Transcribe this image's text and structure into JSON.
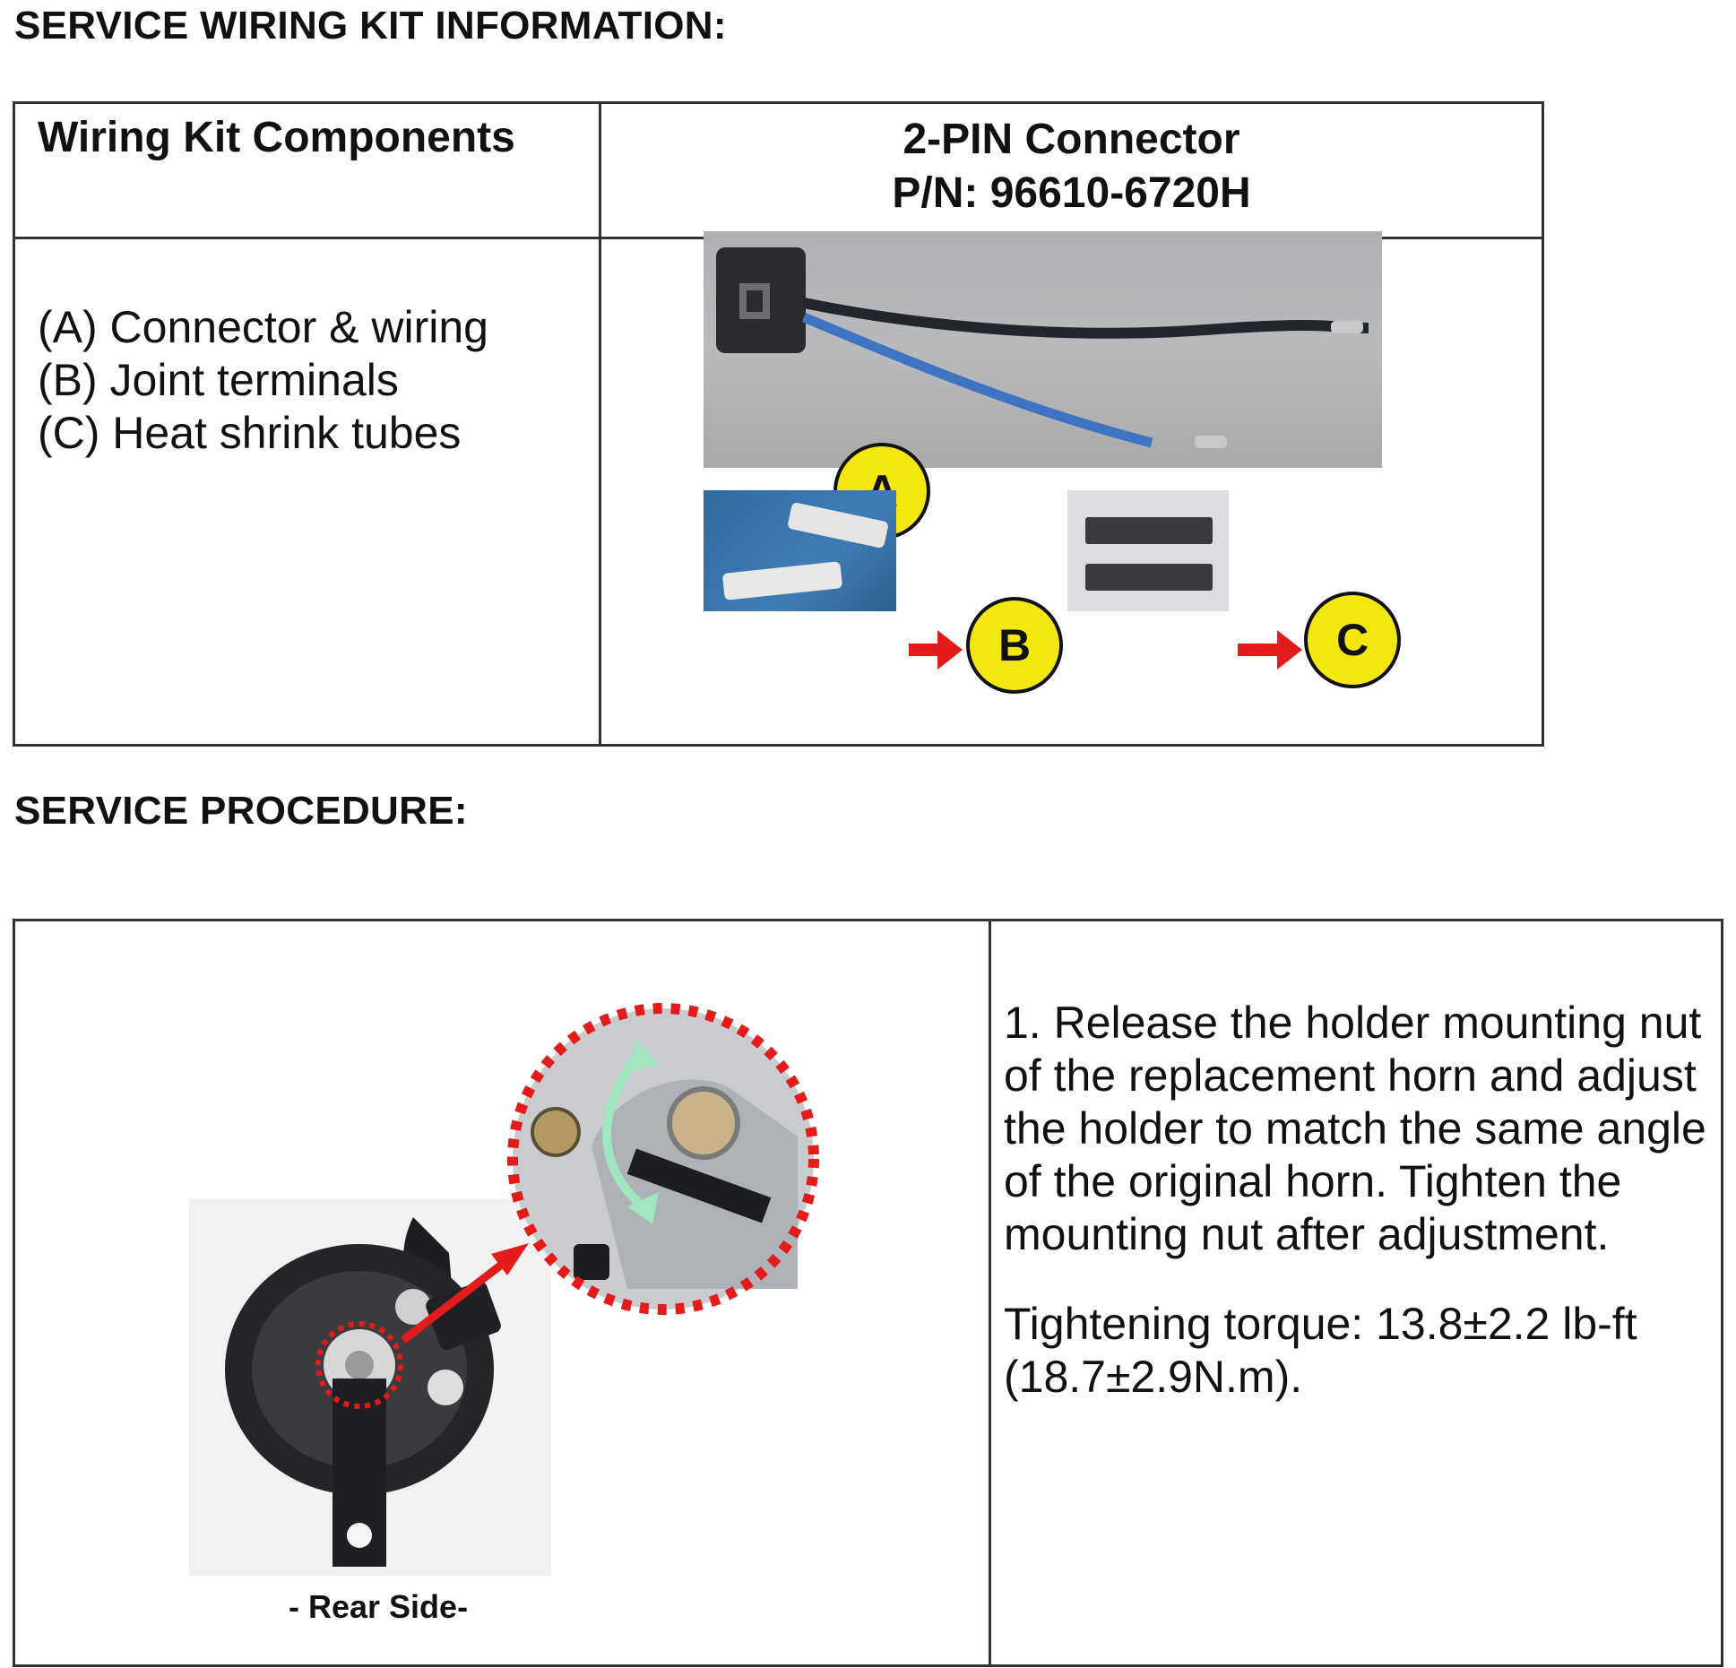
{
  "headings": {
    "kit": "SERVICE WIRING KIT INFORMATION:",
    "procedure": "SERVICE PROCEDURE:"
  },
  "kit_table": {
    "left_header": "Wiring Kit Components",
    "right_header_line1": "2-PIN Connector",
    "right_header_line2": "P/N: 96610-6720H",
    "components": [
      "(A) Connector & wiring",
      "(B) Joint terminals",
      "(C) Heat shrink tubes"
    ],
    "labels": {
      "a": "A",
      "b": "B",
      "c": "C"
    }
  },
  "procedure": {
    "step_1": "1. Release the holder mounting nut of the replacement horn and adjust the holder to match the same angle of the original horn. Tighten the mounting nut after adjustment.",
    "torque_line1": "Tightening torque: 13.8±2.2 lb-ft",
    "torque_line2": "(18.7±2.9N.m).",
    "image_caption": "- Rear Side-"
  },
  "colors": {
    "badge_yellow": "#f4e70f",
    "arrow_red": "#e21b1b",
    "wire_blue": "#3f74c2"
  }
}
